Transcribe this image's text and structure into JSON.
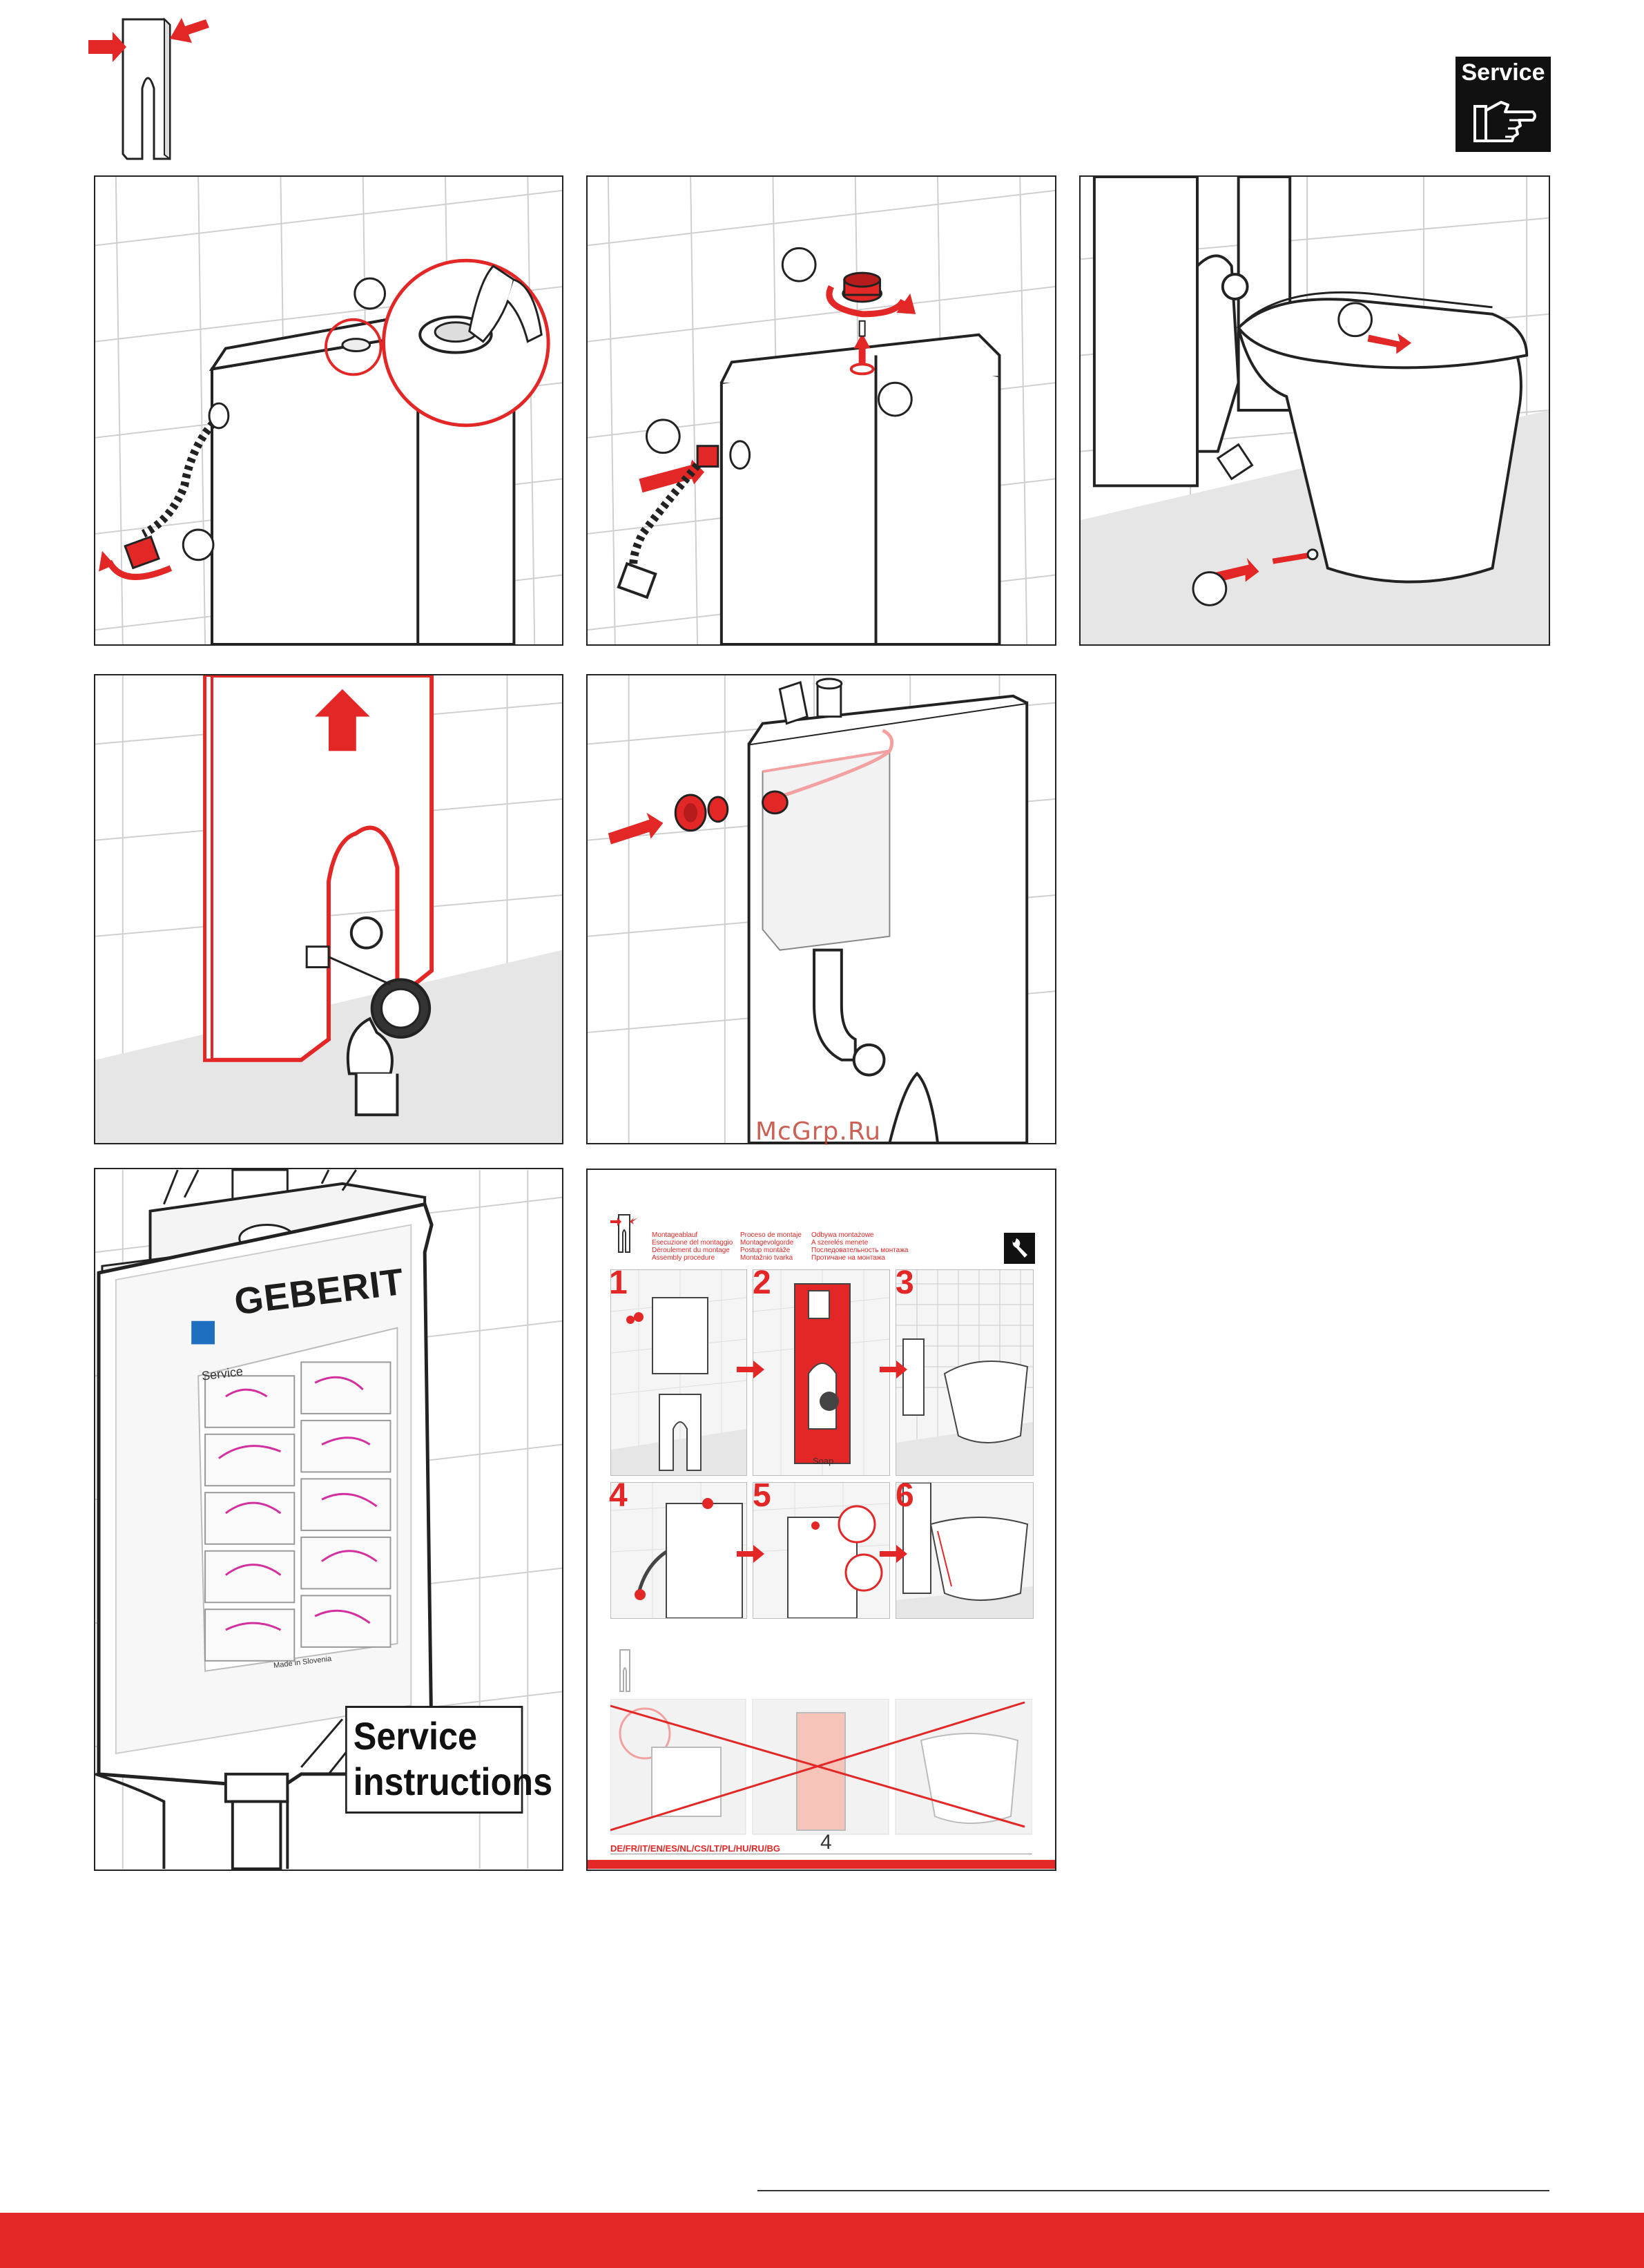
{
  "header": {
    "service_badge_label": "Service",
    "service_badge_icon": "pointing-hand-icon",
    "tool_icon": "install-frame-tool-icon"
  },
  "panels": {
    "panel3_callout": "Service\ninstructions",
    "geberit_logo": "GEBERIT",
    "geberit_service": "Service",
    "geberit_made_in": "Made in Slovenia"
  },
  "watermark": "McGrp.Ru",
  "mini_manual": {
    "headings_col1": "Montageablauf\nEsecuzione del montaggio\nDéroulement du montage\nAssembly procedure",
    "headings_col2": "Proceso de montaje\nMontagevolgorde\nPostup montáže\nMontažnio tvarka",
    "headings_col3": "Odbywa montażowe\nA szerelés menete\nПоследовательность монтажа\nПротичане на монтажа",
    "step_numbers": [
      "1",
      "2",
      "3",
      "4",
      "5",
      "6"
    ],
    "soap_label": "Soap",
    "languages": "DE/FR/IT/EN/ES/NL/CS/LT/PL/HU/RU/BG",
    "page_number": "4"
  },
  "colors": {
    "accent_red": "#e32726",
    "outline": "#222222",
    "tile_line": "#cfcfcf",
    "floor": "#e6e6e6",
    "geberit_blue": "#1f6fc0"
  }
}
